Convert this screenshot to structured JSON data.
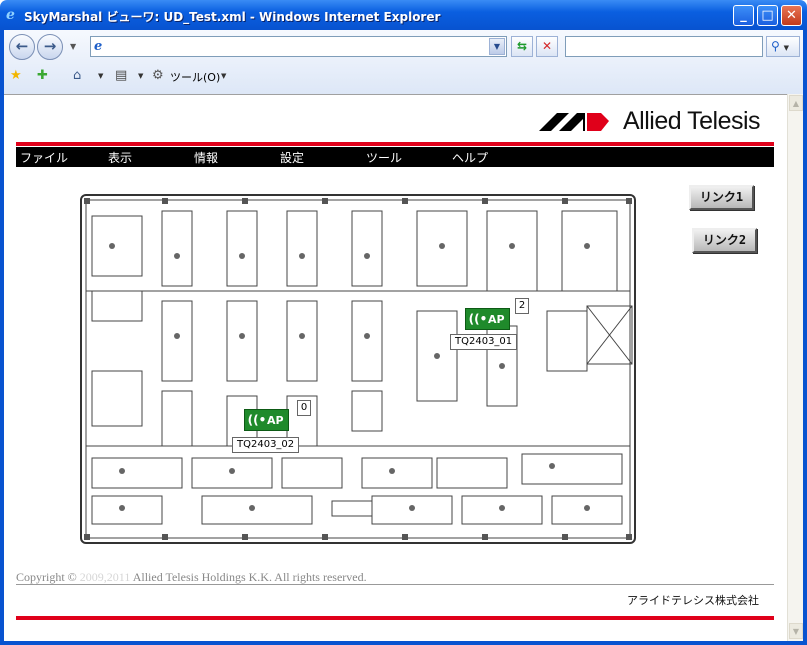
{
  "window": {
    "title": "SkyMarshal ビューワ: UD_Test.xml - Windows Internet Explorer",
    "minimize": "_",
    "maximize": "□",
    "close": "✕"
  },
  "browser": {
    "address_value": "",
    "search_value": "",
    "tools_label": "ツール(O)",
    "icons": {
      "back": "back-arrow-icon",
      "forward": "forward-arrow-icon",
      "refresh": "refresh-icon",
      "stop": "stop-icon",
      "search": "magnifier-icon",
      "favorites": "star-icon",
      "add_favorite": "add-favorite-icon",
      "home": "home-icon",
      "print": "printer-icon",
      "tools": "gear-icon"
    }
  },
  "page": {
    "logo": "Allied Telesis",
    "menu": [
      "ファイル",
      "表示",
      "情報",
      "設定",
      "ツール",
      "ヘルプ"
    ],
    "links": [
      "リンク1",
      "リンク2"
    ],
    "access_points": [
      {
        "badge": "AP",
        "label": "TQ2403_01",
        "count": "2"
      },
      {
        "badge": "AP",
        "label": "TQ2403_02",
        "count": "0"
      }
    ],
    "footer": {
      "copyright_prefix": "Copyright ©",
      "copyright_years": "2009,2011",
      "copyright_suffix": "Allied Telesis Holdings K.K. All rights reserved.",
      "company": "アライドテレシス株式会社"
    }
  },
  "colors": {
    "brand_red": "#e0001a",
    "menubar": "#000000",
    "ap_green": "#1f8a2b",
    "titlebar": "#0a5fe0"
  }
}
